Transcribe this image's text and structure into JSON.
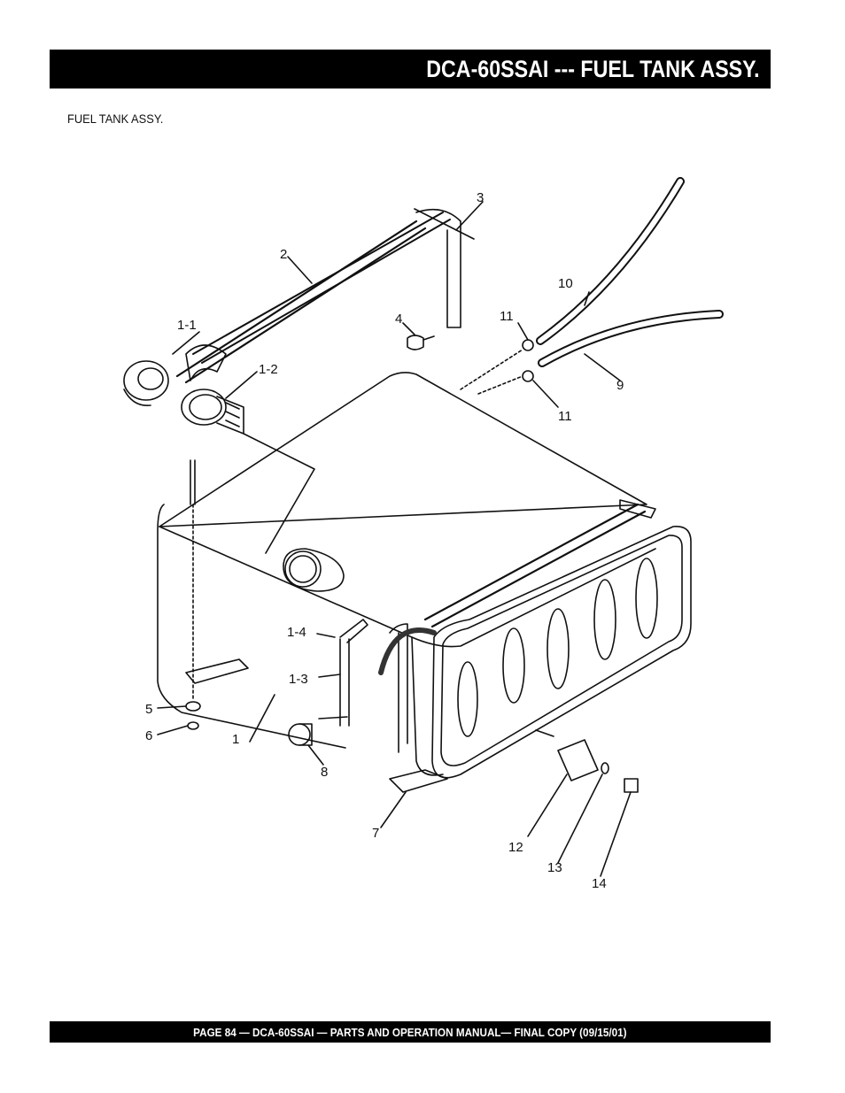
{
  "header": {
    "title": "DCA-60SSAI --- FUEL TANK ASSY."
  },
  "section": {
    "caption": "FUEL TANK ASSY."
  },
  "callouts": {
    "c1": "1",
    "c1_1": "1-1",
    "c1_2": "1-2",
    "c1_3": "1-3",
    "c1_4": "1-4",
    "c2": "2",
    "c3": "3",
    "c4": "4",
    "c5": "5",
    "c6": "6",
    "c7": "7",
    "c8": "8",
    "c9": "9",
    "c10": "10",
    "c11a": "11",
    "c11b": "11",
    "c12": "12",
    "c13": "13",
    "c14": "14"
  },
  "footer": {
    "text": "PAGE 84 — DCA-60SSAI — PARTS AND OPERATION  MANUAL— FINAL COPY  (09/15/01)"
  }
}
